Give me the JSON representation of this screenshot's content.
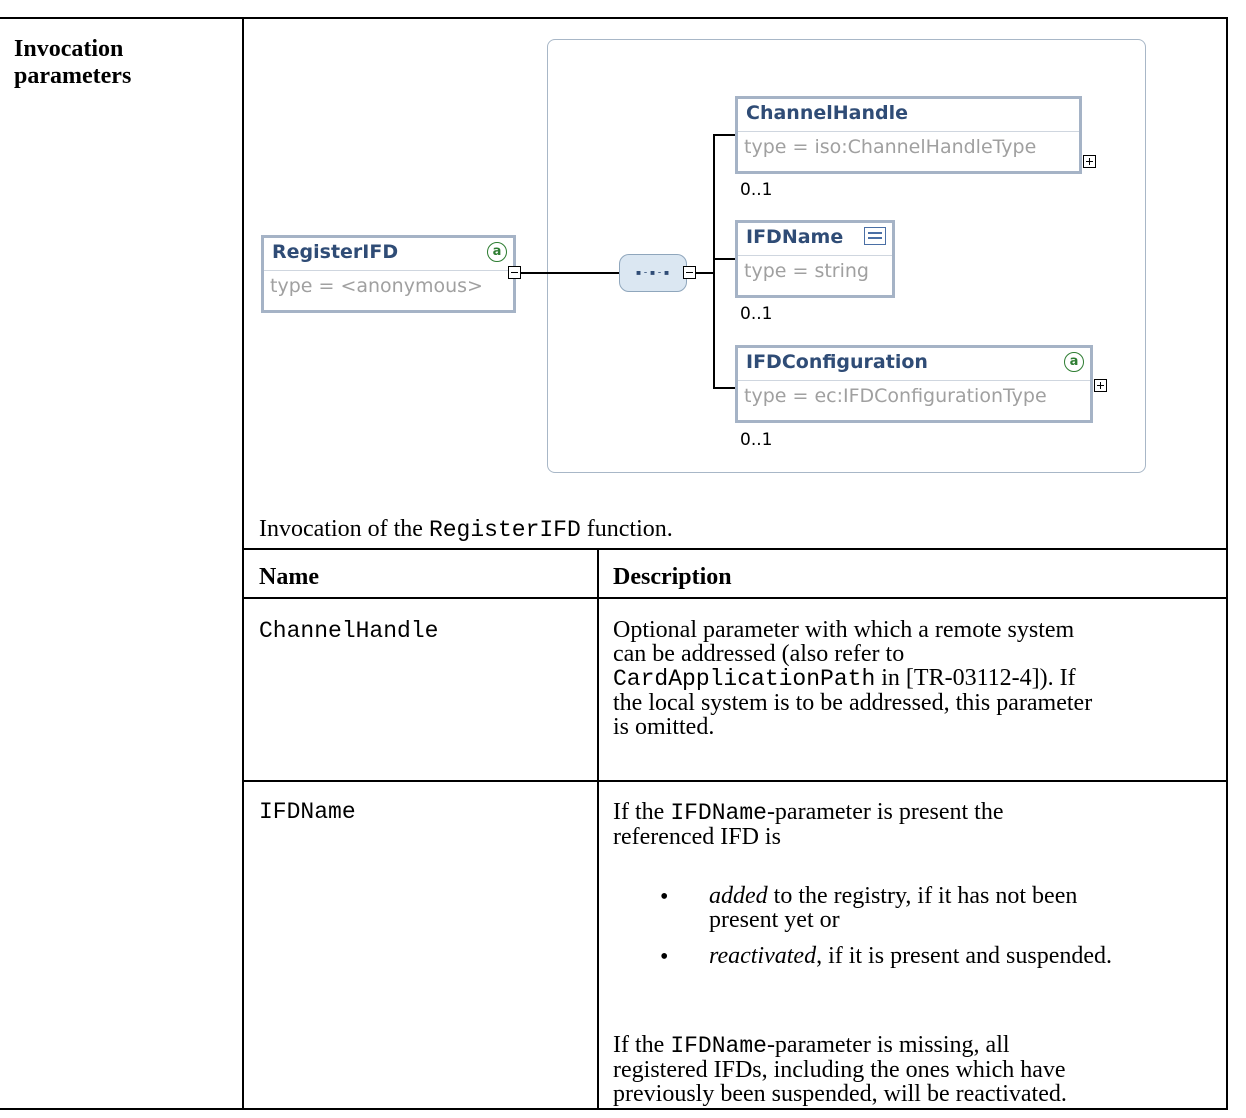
{
  "row_label": "Invocation parameters",
  "diagram": {
    "root": {
      "name": "RegisterIFD",
      "type": "type = <anonymous>",
      "attr_icon": "a"
    },
    "sequence_icon": "sequence-compositor-icon",
    "children": [
      {
        "name": "ChannelHandle",
        "type": "type = iso:ChannelHandleType",
        "occurs": "0..1"
      },
      {
        "name": "IFDName",
        "type": "type = string",
        "occurs": "0..1"
      },
      {
        "name": "IFDConfiguration",
        "type": "type = ec:IFDConfigurationType",
        "occurs": "0..1",
        "attr_icon": "a"
      }
    ]
  },
  "caption": {
    "before": "Invocation of the ",
    "code": "RegisterIFD",
    "after": " function."
  },
  "table": {
    "headers": [
      "Name",
      "Description"
    ],
    "rows": [
      {
        "name": "ChannelHandle",
        "desc": {
          "l1": "Optional parameter with which a remote system",
          "l2": "can be addressed (also refer to",
          "l3_code": "CardApplicationPath",
          "l3_text": " in [TR-03112-4]). If",
          "l4": "the local system is to be addressed, this parameter",
          "l5": "is omitted."
        }
      },
      {
        "name": "IFDName",
        "desc": {
          "p1_before": "If the ",
          "p1_code": "IFDName",
          "p1_after": "-parameter is present the",
          "p1_l2": "referenced IFD is",
          "b1_em": "added",
          "b1_rest": " to the registry, if it has not been",
          "b1_l2": "present yet or",
          "b2_em": "reactivated",
          "b2_rest": ", if it is present and suspended.",
          "p2_before": "If the ",
          "p2_code": "IFDName",
          "p2_after": "-parameter is missing, all",
          "p2_l2": "registered IFDs, including the ones which have",
          "p2_l3": "previously been suspended, will be reactivated."
        }
      }
    ]
  }
}
